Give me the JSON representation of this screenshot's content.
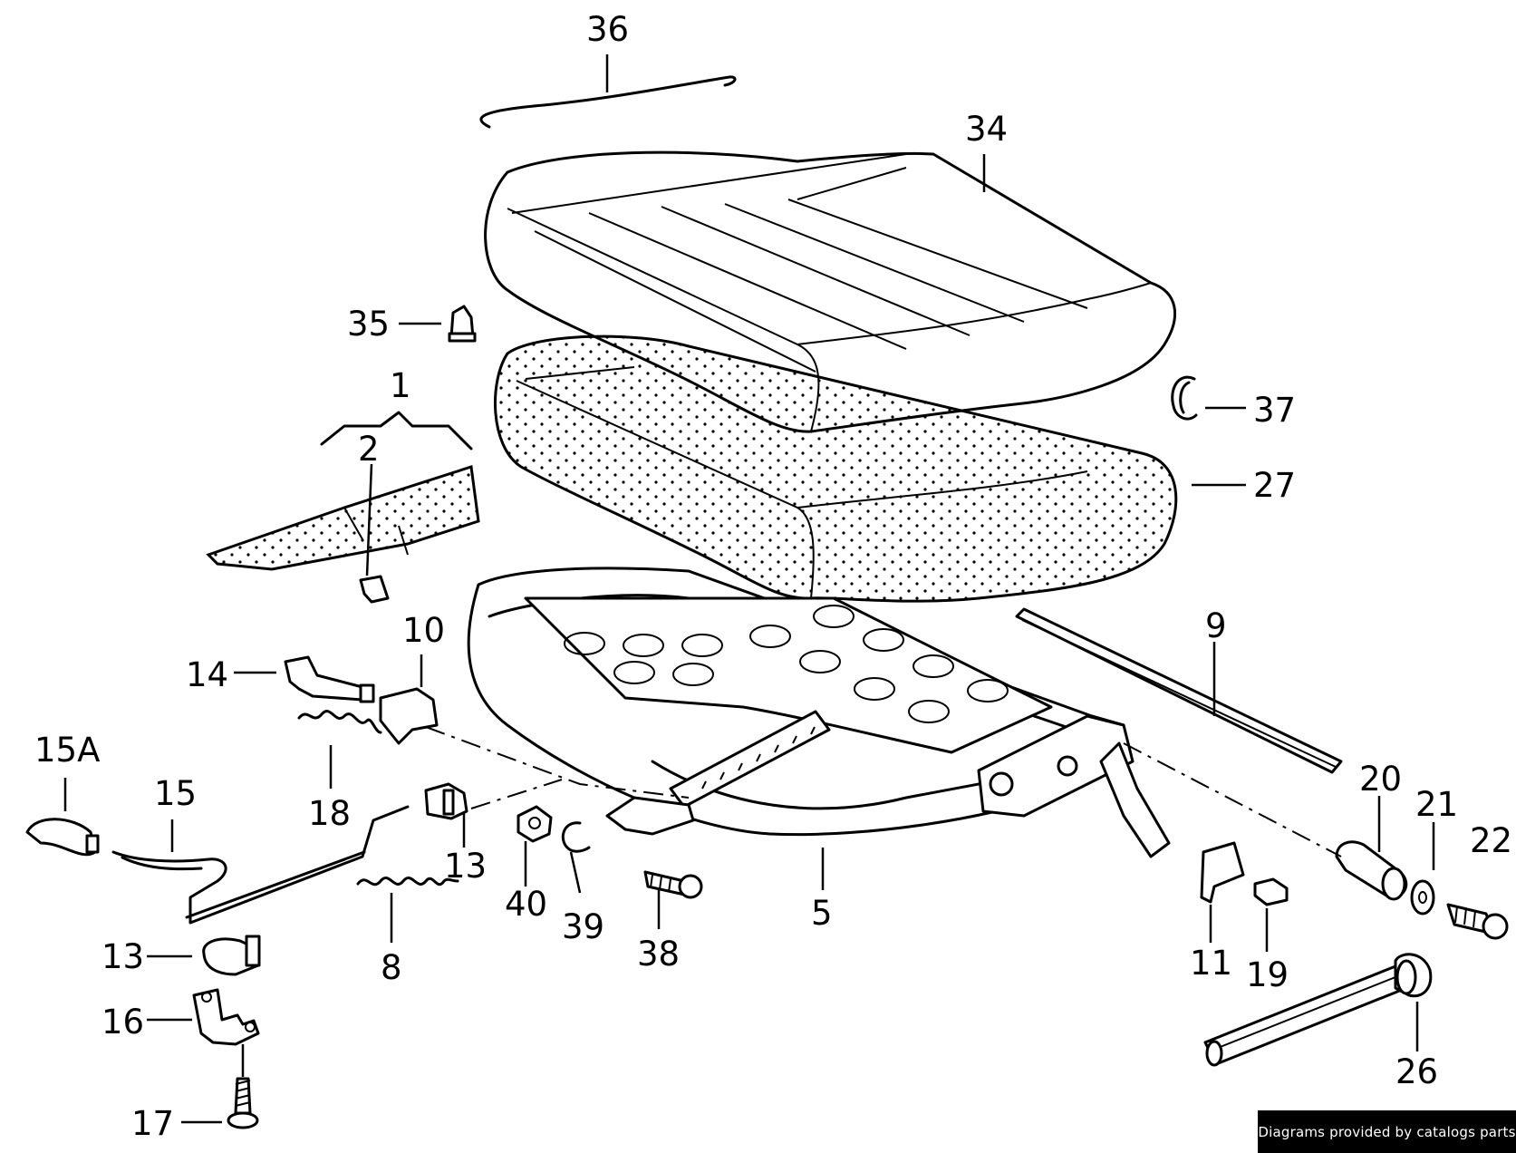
{
  "diagram": {
    "parts": [
      {
        "id": "p36",
        "label": "36"
      },
      {
        "id": "p34",
        "label": "34"
      },
      {
        "id": "p35",
        "label": "35"
      },
      {
        "id": "p1",
        "label": "1"
      },
      {
        "id": "p2",
        "label": "2"
      },
      {
        "id": "p37",
        "label": "37"
      },
      {
        "id": "p27",
        "label": "27"
      },
      {
        "id": "p10",
        "label": "10"
      },
      {
        "id": "p9",
        "label": "9"
      },
      {
        "id": "p14",
        "label": "14"
      },
      {
        "id": "p15A",
        "label": "15A"
      },
      {
        "id": "p15",
        "label": "15"
      },
      {
        "id": "p18",
        "label": "18"
      },
      {
        "id": "p13a",
        "label": "13"
      },
      {
        "id": "p40",
        "label": "40"
      },
      {
        "id": "p39",
        "label": "39"
      },
      {
        "id": "p38",
        "label": "38"
      },
      {
        "id": "p5",
        "label": "5"
      },
      {
        "id": "p8",
        "label": "8"
      },
      {
        "id": "p20",
        "label": "20"
      },
      {
        "id": "p21",
        "label": "21"
      },
      {
        "id": "p22",
        "label": "22"
      },
      {
        "id": "p11",
        "label": "11"
      },
      {
        "id": "p19",
        "label": "19"
      },
      {
        "id": "p13b",
        "label": "13"
      },
      {
        "id": "p16",
        "label": "16"
      },
      {
        "id": "p17",
        "label": "17"
      },
      {
        "id": "p26",
        "label": "26"
      }
    ]
  },
  "credit": "Diagrams provided by catalogs parts"
}
